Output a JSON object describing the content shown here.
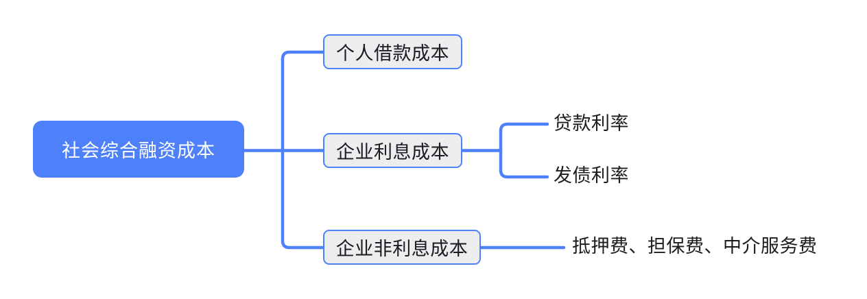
{
  "diagram": {
    "type": "mind-map",
    "orientation": "left-to-right",
    "background_color": "#ffffff",
    "accent_color": "#4d80f9",
    "node_fill_color": "#ebedee",
    "text_color": "#1c1c20",
    "root": {
      "label": "社会综合融资成本"
    },
    "branches": [
      {
        "label": "个人借款成本",
        "children": []
      },
      {
        "label": "企业利息成本",
        "children": [
          {
            "label": "贷款利率"
          },
          {
            "label": "发债利率"
          }
        ]
      },
      {
        "label": "企业非利息成本",
        "children": [
          {
            "label": "抵押费、担保费、中介服务费"
          }
        ]
      }
    ]
  }
}
